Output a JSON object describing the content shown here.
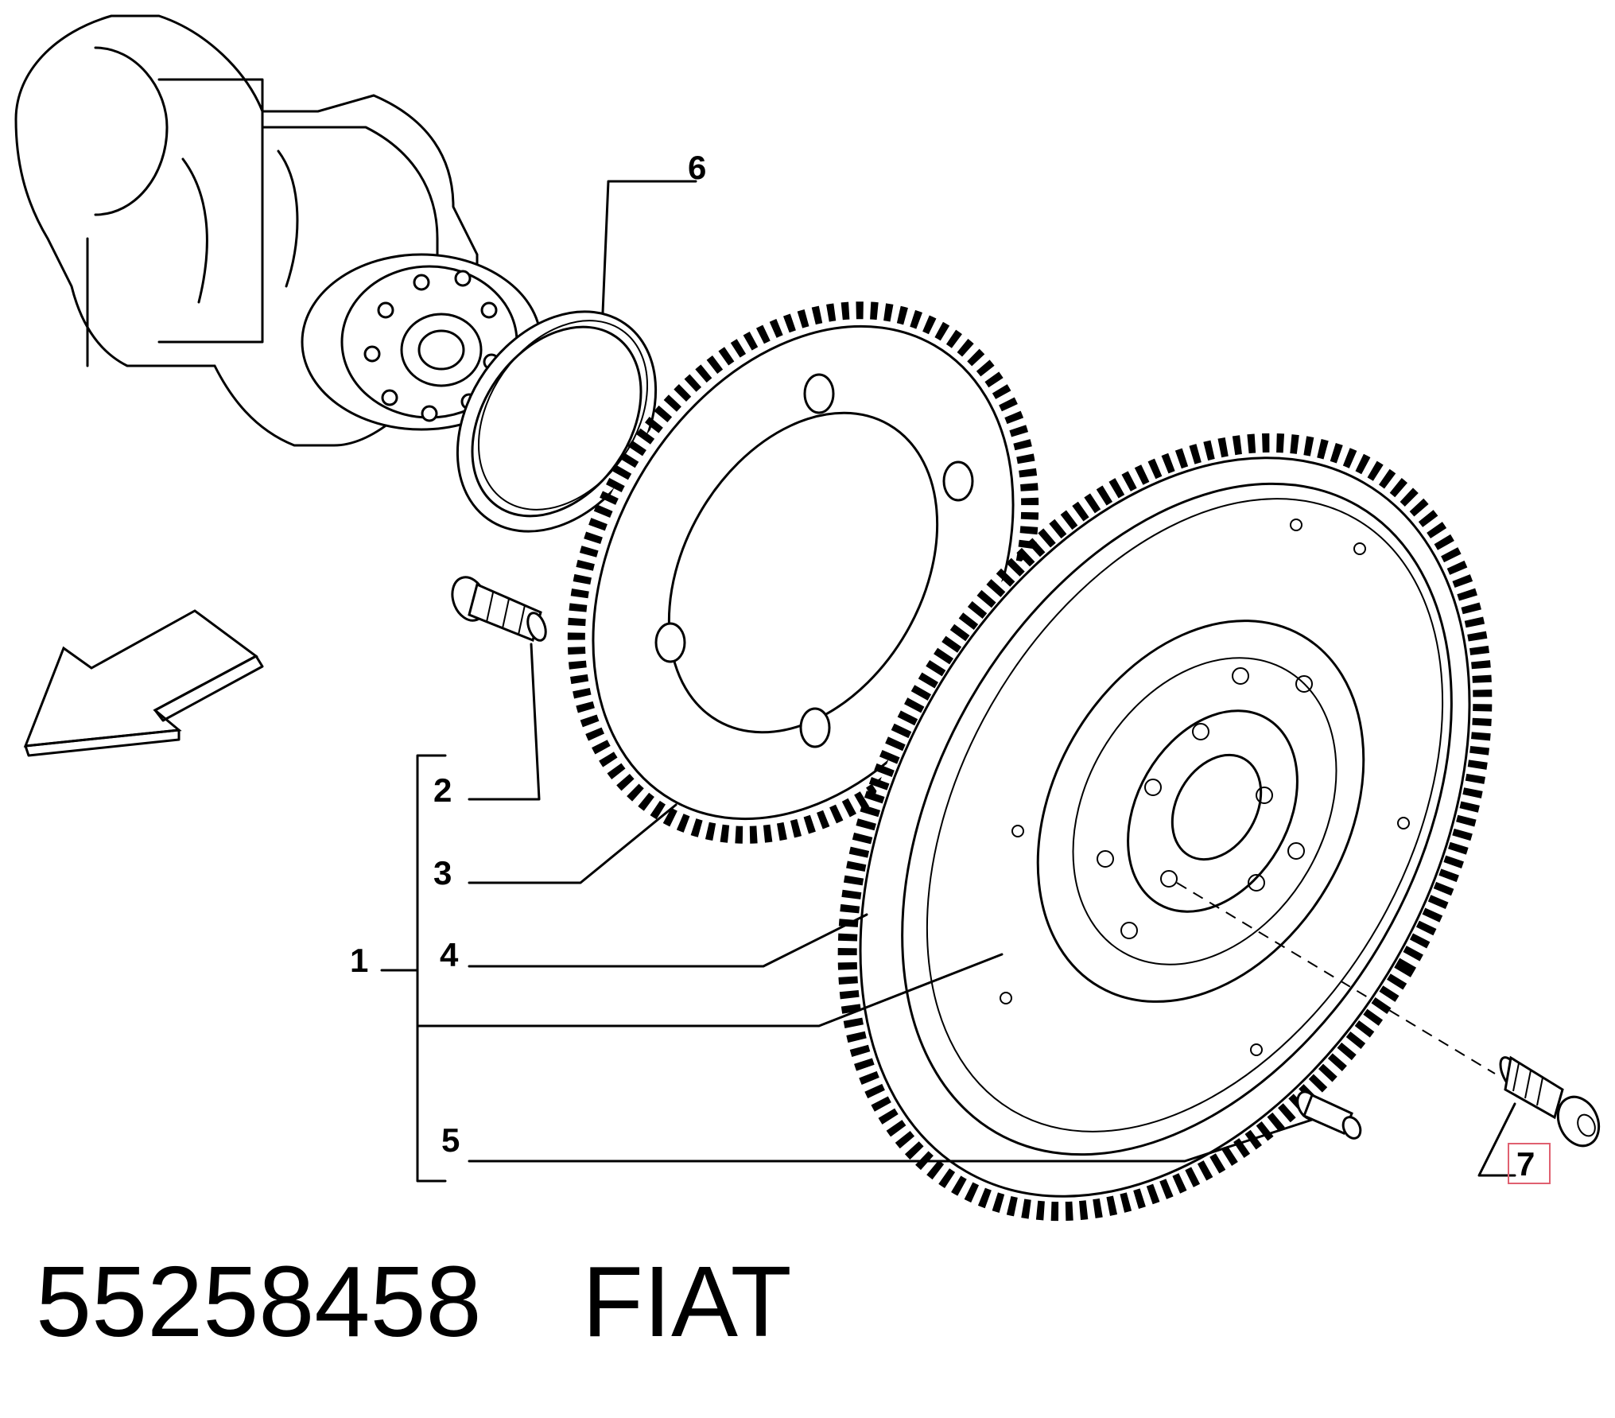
{
  "callouts": {
    "c1": "1",
    "c2": "2",
    "c3": "3",
    "c4": "4",
    "c5": "5",
    "c6": "6",
    "c7": "7"
  },
  "highlight_color": "#e06070",
  "footer": {
    "part_number": "55258458",
    "brand": "FIAT"
  }
}
